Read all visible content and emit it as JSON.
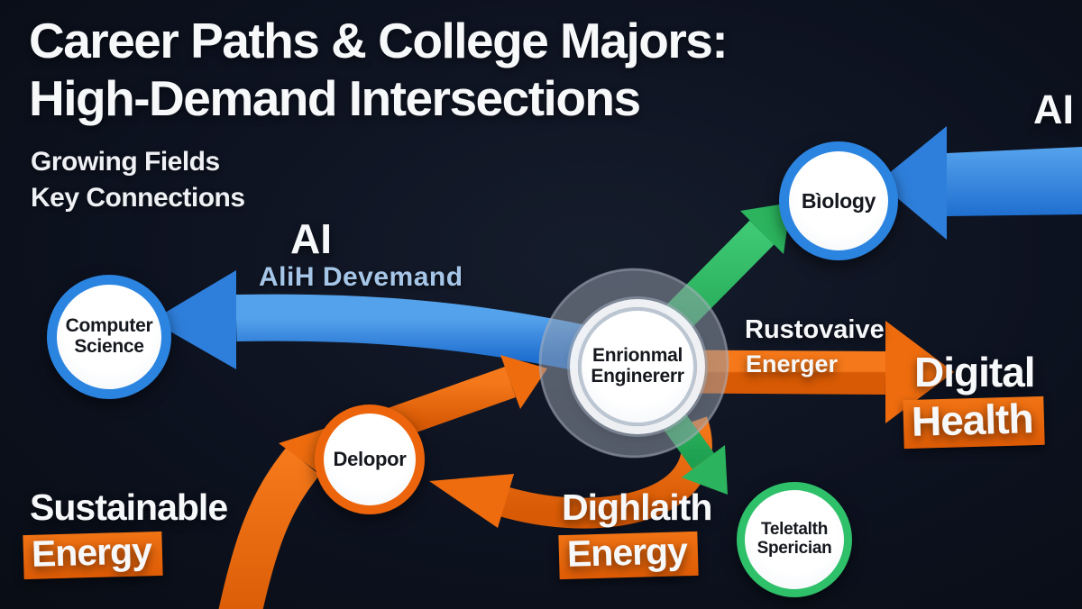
{
  "title": {
    "line1": "Career Paths & College Majors:",
    "line2": "High-Demand Intersections"
  },
  "subtitle": {
    "line1": "Growing Fields",
    "line2": "Key Connections"
  },
  "labels": {
    "ai_top_left": "AI",
    "ai_demand": "AliH Devemand",
    "ai_top_right": "AI",
    "rustovaive_line1": "Rustovaive",
    "rustovaive_line2": "Energer",
    "digital_line1": "Digital",
    "digital_line2": "Health",
    "sustainable_line1": "Sustainable",
    "sustainable_line2": "Energy",
    "dighlaith_line1": "Dighlaith",
    "dighlaith_line2": "Energy"
  },
  "nodes": {
    "computer_science": {
      "line1": "Computer",
      "line2": "Science"
    },
    "biology": {
      "line1": "Bìology",
      "line2": ""
    },
    "environmental": {
      "line1": "Enrionmal",
      "line2": "Enginererr"
    },
    "developer": {
      "line1": "Delopor",
      "line2": ""
    },
    "telehealth": {
      "line1": "Teletalth",
      "line2": "Sperician"
    }
  },
  "colors": {
    "background": "#0d1220",
    "arrow_blue": "#2e7fdb",
    "arrow_green": "#2bb35d",
    "arrow_orange": "#e8650f",
    "node_ring_blue": "#2b84e0",
    "node_ring_orange": "#ec650c",
    "node_ring_green": "#2fc06a",
    "hub_ring_gray": "rgba(150,157,170,0.52)",
    "light_blue_text": "#a6c6e8",
    "highlight_orange": "#e8680f",
    "text_white": "#f7f8fa"
  }
}
